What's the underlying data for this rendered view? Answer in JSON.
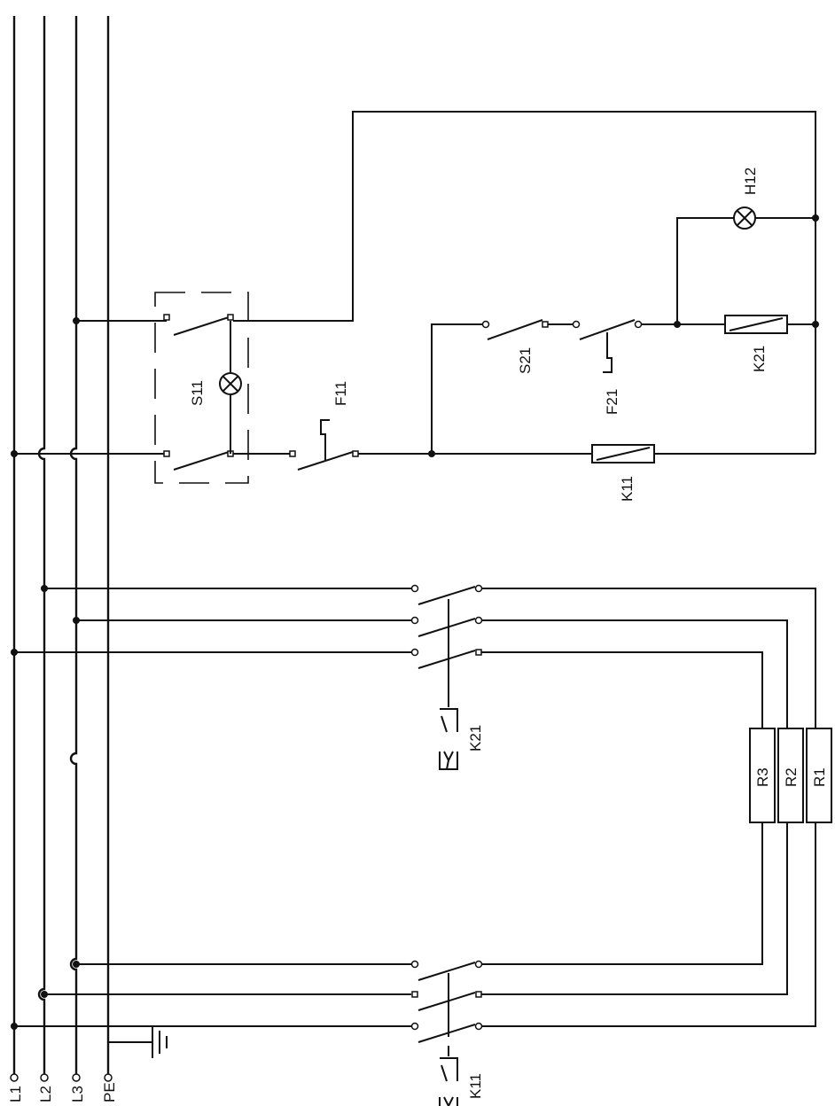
{
  "rail_labels": {
    "l1": "L1",
    "l2": "L2",
    "l3": "L3",
    "pe": "PE"
  },
  "components": {
    "s11": "S11",
    "f11": "F11",
    "s21": "S21",
    "f21": "F21",
    "k11_coil": "K11",
    "k21_coil": "K21",
    "h12": "H12",
    "k21_actuator": "K21",
    "k11_actuator": "K11",
    "r1": "R1",
    "r2": "R2",
    "r3": "R3"
  },
  "colors": {
    "line": "#111111",
    "background": "#ffffff"
  }
}
